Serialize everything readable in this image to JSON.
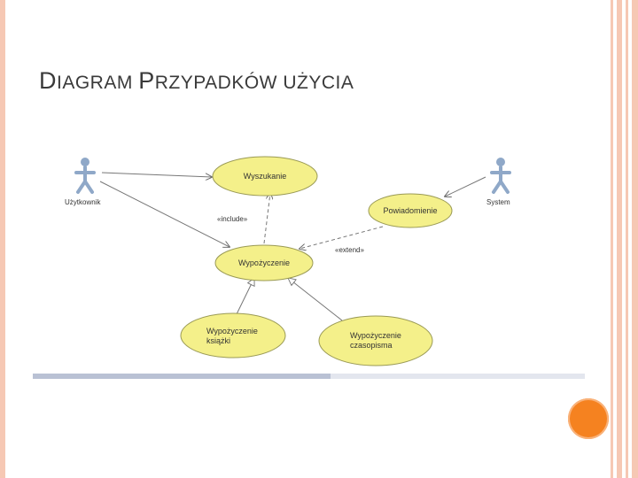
{
  "slide": {
    "title_cap_1": "D",
    "title_rest_1": "IAGRAM ",
    "title_cap_2": "P",
    "title_rest_2": "RZYPADKÓW UŻYCIA"
  },
  "diagram": {
    "actors": {
      "user": "Użytkownik",
      "system": "System"
    },
    "use_cases": {
      "search": "Wyszukanie",
      "notification": "Powiadomienie",
      "loan": "Wypożyczenie",
      "book_loan_line1": "Wypożyczenie",
      "book_loan_line2": "książki",
      "magazine_loan_line1": "Wypożyczenie",
      "magazine_loan_line2": "czasopisma"
    },
    "stereotypes": {
      "include": "«include»",
      "extend": "«extend»"
    }
  },
  "progress": {
    "fraction": 0.54
  },
  "colors": {
    "use_case_fill": "#f4f08a",
    "use_case_stroke": "#9a9a55",
    "actor": "#8fa8c8",
    "accent_orange": "#f58220",
    "deco_pink": "#f6c8b4"
  }
}
